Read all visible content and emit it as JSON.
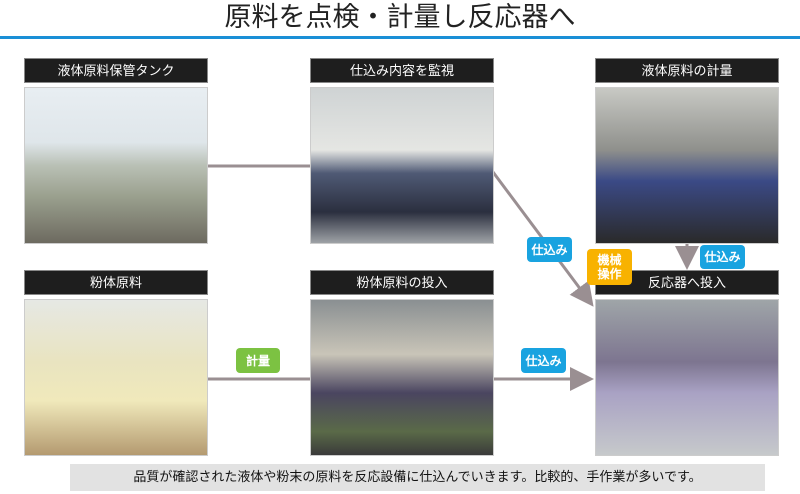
{
  "title": "原料を点検・計量し反応器へ",
  "panels": {
    "tank": "液体原料保管タンク",
    "monitor": "仕込み内容を監視",
    "weigh": "液体原料の計量",
    "powder": "粉体原料",
    "powder_input": "粉体原料の投入",
    "reactor": "反応器へ投入"
  },
  "badges": {
    "charge1": "仕込み",
    "charge2": "仕込み",
    "charge3": "仕込み",
    "weighing": "計量",
    "machine": "機械操作"
  },
  "caption": "品質が確認された液体や粉末の原料を反応設備に仕込んでいきます。比較的、手作業が多いです。",
  "colors": {
    "accent": "#1a8fd6",
    "badge_blue": "#19a3e0",
    "badge_green": "#7cc242",
    "badge_orange": "#f8b200",
    "arrow": "#9a8f92"
  }
}
